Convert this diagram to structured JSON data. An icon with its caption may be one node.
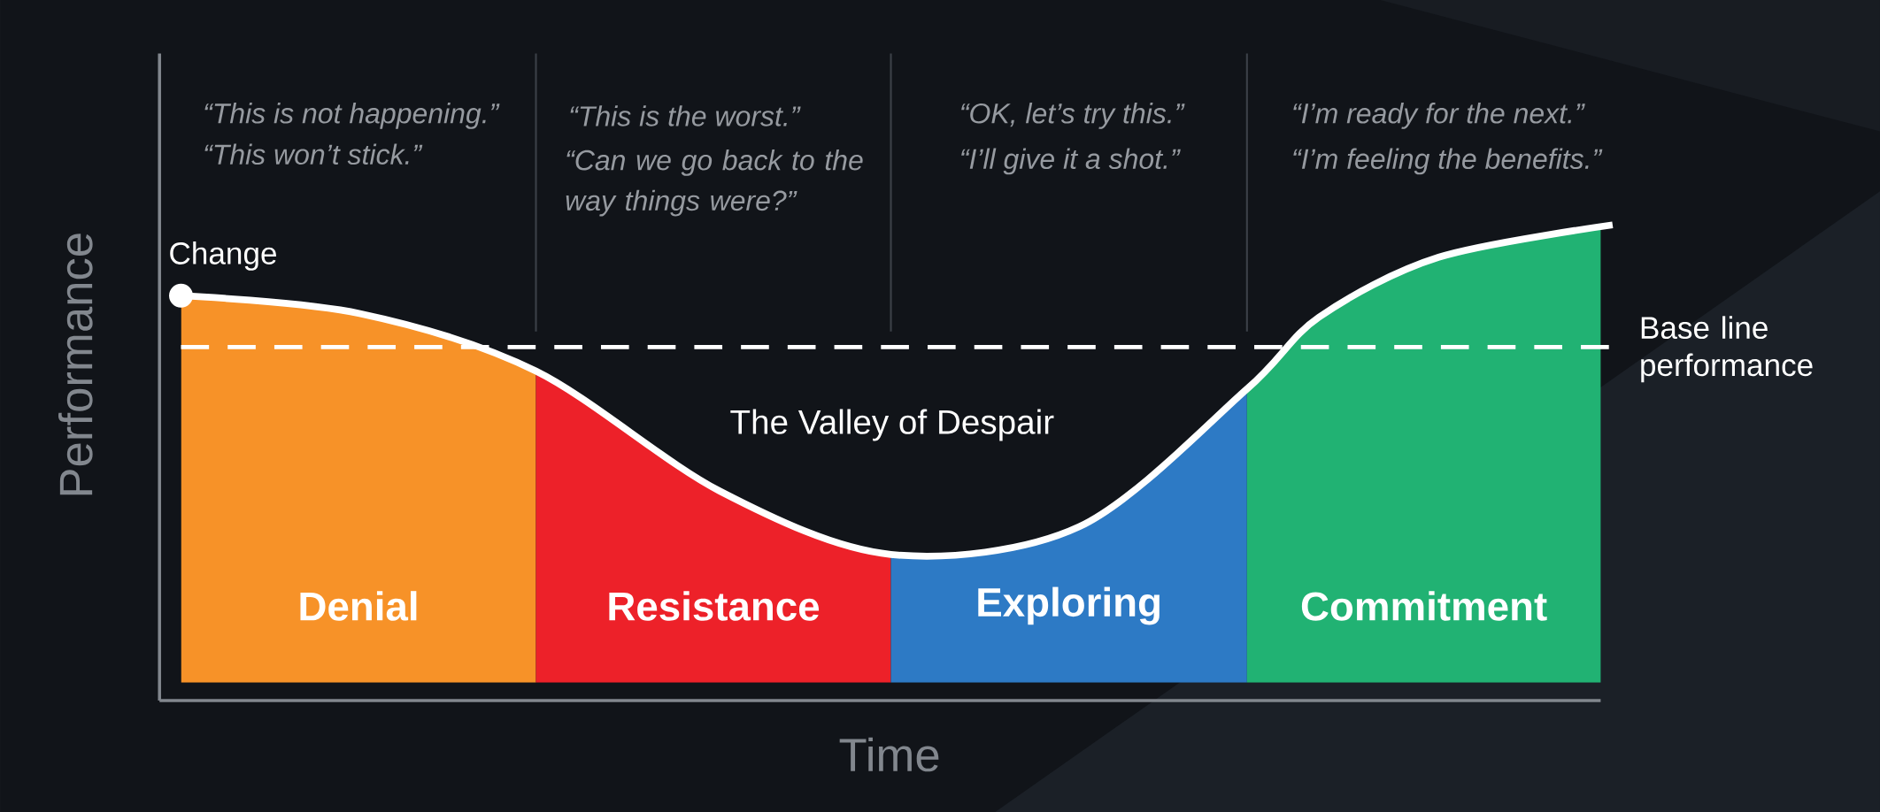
{
  "diagram": {
    "nodes": [
      {
        "text": [
          "Denial"
        ]
      },
      {
        "text": [
          "Resistance"
        ]
      },
      {
        "text": [
          "Exploring"
        ]
      },
      {
        "text": [
          "Commitment"
        ]
      }
    ],
    "labels": [
      "“This is not happening.”",
      "“This is the worst.”",
      "“OK, let’s try this.”",
      "“I’m ready for the next.”",
      "“This won’t stick.”",
      "“Can we go back to the way things were?”",
      "“I’ll give it a shot.”",
      "“I’m feeling the benefits.”",
      "Change",
      "Base line performance",
      "The Valley of Despair",
      "Performance",
      "Time"
    ]
  }
}
